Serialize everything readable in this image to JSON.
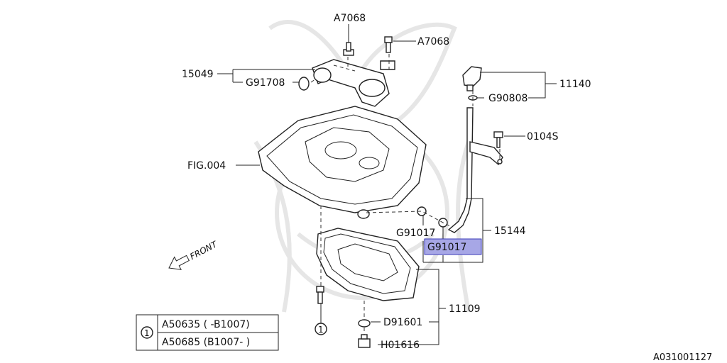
{
  "labels": {
    "a7068_top": "A7068",
    "a7068_right": "A7068",
    "p15049": "15049",
    "g91708": "G91708",
    "p11140": "11140",
    "g90808": "G90808",
    "p0104s": "0104S",
    "fig004": "FIG.004",
    "g91017_plain": "G91017",
    "g91017_highlight": "G91017",
    "p15144": "15144",
    "p11109": "11109",
    "d91601": "D91601",
    "h01616": "H01616",
    "front": "FRONT",
    "drawing_id": "A031001127"
  },
  "callout": {
    "symbol": "1",
    "rows": [
      "A50635 ( -B1007)",
      "A50685 (B1007- )"
    ]
  },
  "colors": {
    "highlight_fill": "#a7a7e6",
    "highlight_stroke": "#3b3bb8",
    "line": "#222222",
    "watermark": "#e6e6e6"
  }
}
